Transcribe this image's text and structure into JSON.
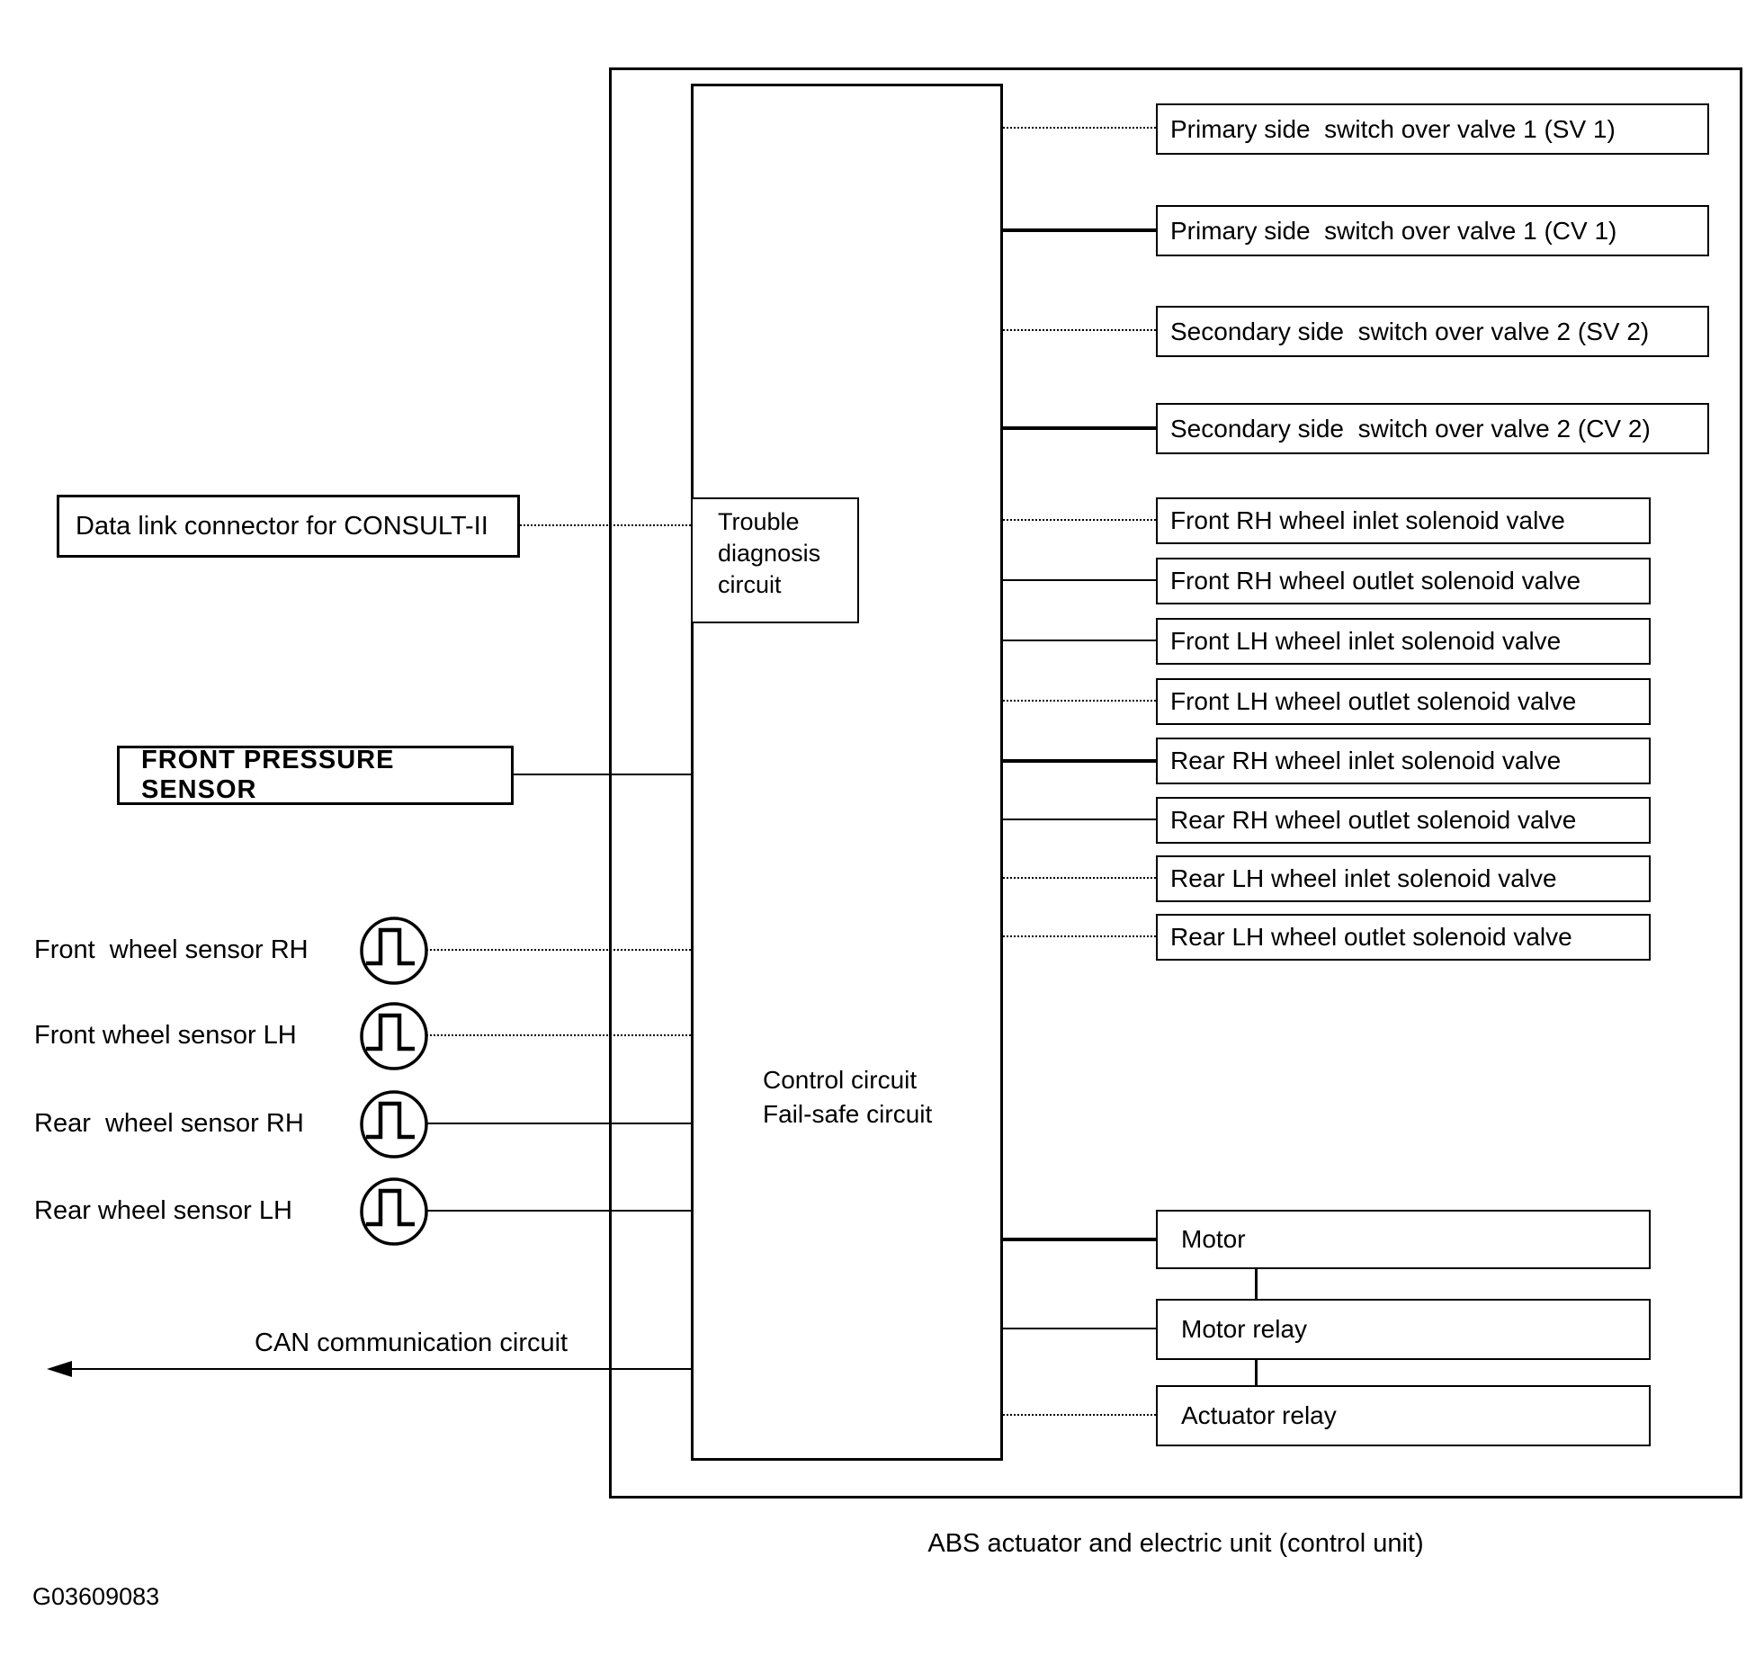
{
  "colors": {
    "ink": "#000000",
    "paper": "#ffffff"
  },
  "caption": "ABS actuator and electric unit (control unit)",
  "figure_code": "G03609083",
  "control_unit": {
    "main_line1": "Control circuit",
    "main_line2": "Fail-safe circuit",
    "trouble": "Trouble diagnosis circuit"
  },
  "inputs": {
    "data_link": "Data link connector for CONSULT-II",
    "pressure": "FRONT PRESSURE SENSOR",
    "sensors": [
      {
        "label": "Front  wheel sensor RH"
      },
      {
        "label": "Front wheel sensor LH"
      },
      {
        "label": "Rear  wheel sensor RH"
      },
      {
        "label": "Rear wheel sensor LH"
      }
    ],
    "can": "CAN communication circuit"
  },
  "outputs": {
    "valves": [
      {
        "label": "Primary side  switch over valve 1 (SV 1)"
      },
      {
        "label": "Primary side  switch over valve 1 (CV 1)"
      },
      {
        "label": "Secondary side  switch over valve 2 (SV 2)"
      },
      {
        "label": "Secondary side  switch over valve 2 (CV 2)"
      },
      {
        "label": "Front RH wheel inlet solenoid valve"
      },
      {
        "label": "Front RH wheel outlet solenoid valve"
      },
      {
        "label": "Front LH wheel inlet solenoid valve"
      },
      {
        "label": "Front LH wheel outlet solenoid valve"
      },
      {
        "label": "Rear RH wheel inlet solenoid valve"
      },
      {
        "label": "Rear RH wheel outlet solenoid valve"
      },
      {
        "label": "Rear LH wheel inlet solenoid valve"
      },
      {
        "label": "Rear LH wheel outlet solenoid valve"
      }
    ],
    "motor": {
      "motor": "Motor",
      "motor_relay": "Motor relay",
      "actuator_relay": "Actuator relay"
    }
  }
}
